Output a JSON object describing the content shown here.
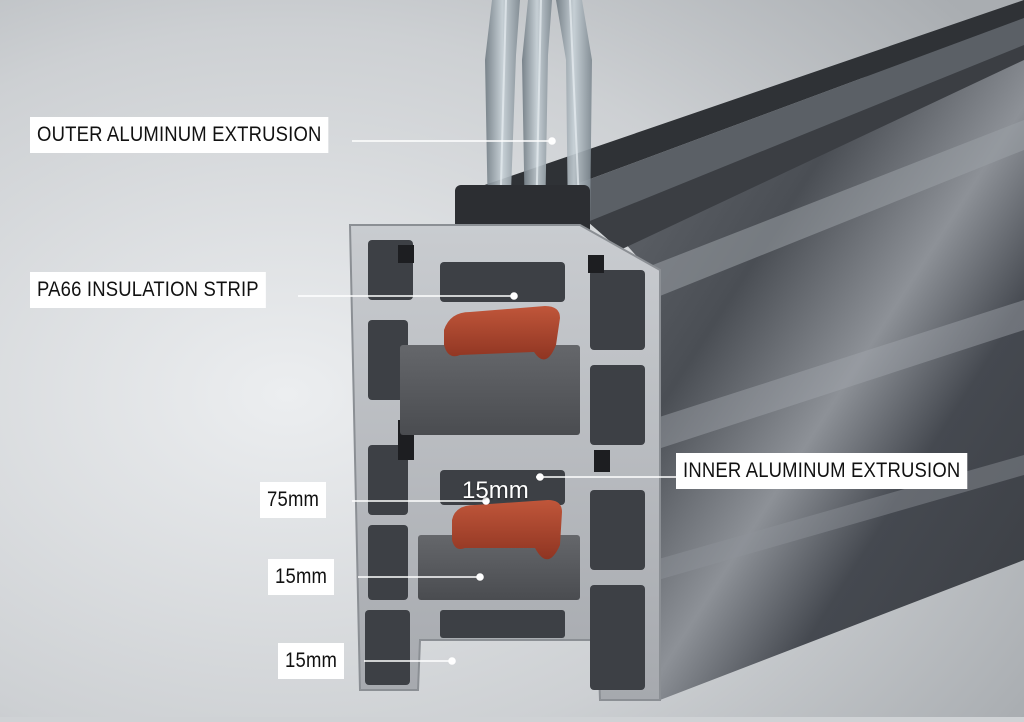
{
  "labels": {
    "outer_extrusion": "OUTER ALUMINUM EXTRUSION",
    "insulation_strip": "PA66 INSULATION STRIP",
    "inner_extrusion": "INNER ALUMINUM EXTRUSION",
    "dim_75": "75mm",
    "dim_15_inside": "15mm",
    "dim_15_mid": "15mm",
    "dim_15_bottom": "15mm"
  },
  "colors": {
    "label_background": "#ffffff",
    "label_text": "#111111",
    "aluminum": "#4a4d52",
    "section_face": "#b9bcc0",
    "polyamide_strip": "#a8432a",
    "insulation_foam": "#5a5c60",
    "glass": "#9aa6ae",
    "leader_line": "#ffffff"
  }
}
